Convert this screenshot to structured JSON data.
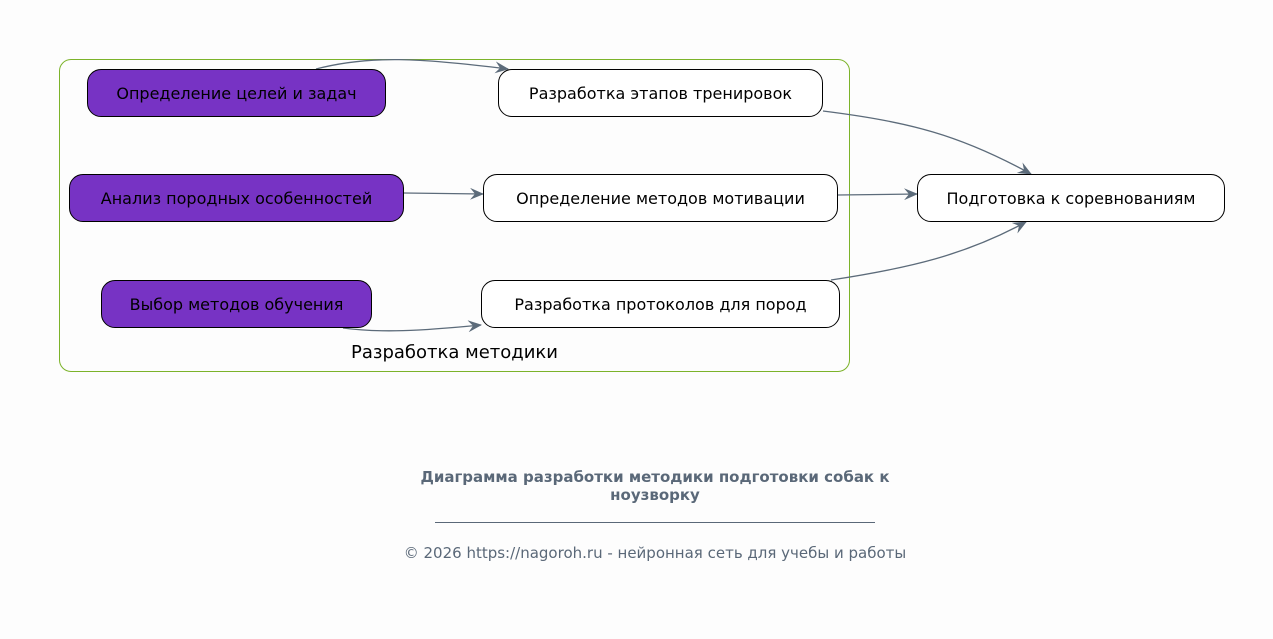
{
  "cluster": {
    "label": "Разработка методики"
  },
  "nodes": {
    "goals": "Определение целей и задач",
    "breeds": "Анализ породных особенностей",
    "methods": "Выбор методов обучения",
    "stages": "Разработка этапов тренировок",
    "motivation": "Определение методов мотивации",
    "protocols": "Разработка протоколов для пород",
    "competition": "Подготовка к соревнованиям"
  },
  "title": "Диаграмма разработки методики подготовки собак к ноузворку",
  "footer": "© 2026 https://nagoroh.ru - нейронная сеть для учебы и работы",
  "colors": {
    "accent": "#7733c4",
    "cluster_border": "#7cb32a",
    "edge": "#5c6b7a"
  }
}
